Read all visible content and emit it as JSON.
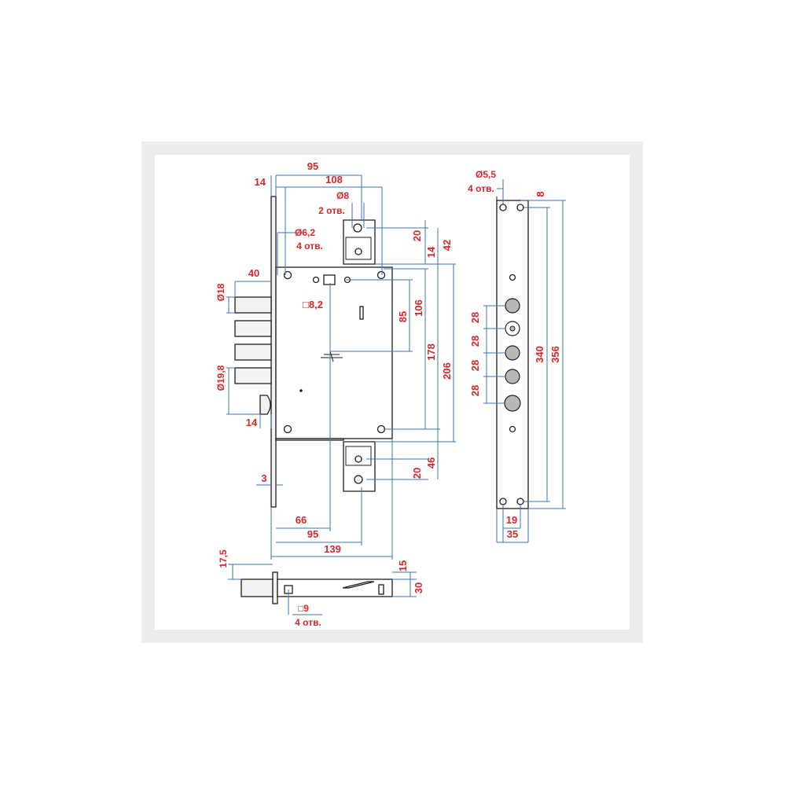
{
  "colors": {
    "dimension_text": "#d8262a",
    "dimension_line": "#3d73b8",
    "outline": "#1e1e1e",
    "frame": "#ededed"
  },
  "dims": {
    "d95_top": "95",
    "d108": "108",
    "d14_top": "14",
    "d_phi8": "Ø8",
    "d_2holes": "2 отв.",
    "d_phi62": "Ø6,2",
    "d_4holes_a": "4 отв.",
    "d20_top": "20",
    "d14_right": "14",
    "d42": "42",
    "d40": "40",
    "d_phi18": "Ø18",
    "d_sq82": "□8,2",
    "d85": "85",
    "d106": "106",
    "d178": "178",
    "d206": "206",
    "d_phi198": "Ø19,8",
    "d14_left": "14",
    "d3": "3",
    "d20_bottom": "20",
    "d46": "46",
    "d66": "66",
    "d95_bottom": "95",
    "d139": "139",
    "d175": "17,5",
    "d15": "15",
    "d30": "30",
    "d_sq9": "□9",
    "d_4holes_b": "4 отв.",
    "fp_phi55": "Ø5,5",
    "fp_4holes": "4 отв.",
    "fp_8": "8",
    "fp_28_1": "28",
    "fp_28_2": "28",
    "fp_28_3": "28",
    "fp_28_4": "28",
    "fp_340": "340",
    "fp_356": "356",
    "fp_19": "19",
    "fp_35": "35",
    "fp_logo": ""
  }
}
